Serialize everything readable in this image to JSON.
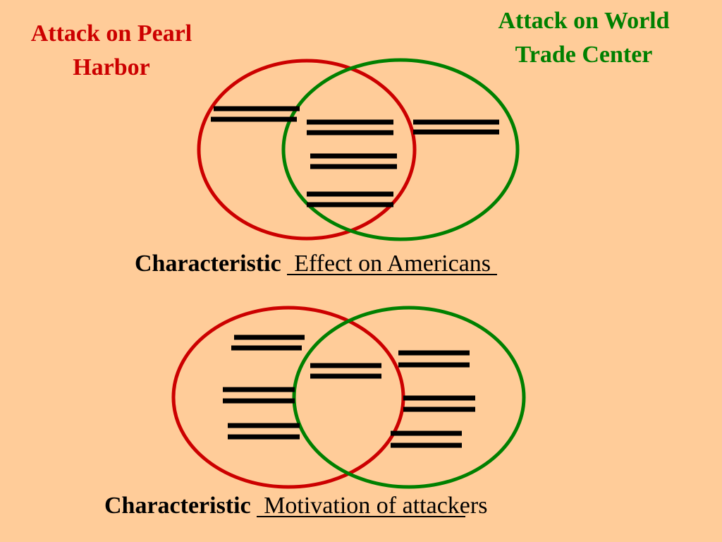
{
  "headings": {
    "left": [
      "Attack on Pearl",
      "Harbor"
    ],
    "right": [
      "Attack on World",
      "Trade Center"
    ]
  },
  "colors": {
    "background": "#FFCC99",
    "left_circle": "#CC0000",
    "right_circle": "#008000",
    "blank_lines": "#000000"
  },
  "diagrams": [
    {
      "characteristic_label": "Characteristic",
      "characteristic_value": "Effect on Americans"
    },
    {
      "characteristic_label": "Characteristic",
      "characteristic_value": "Motivation of attackers"
    }
  ]
}
